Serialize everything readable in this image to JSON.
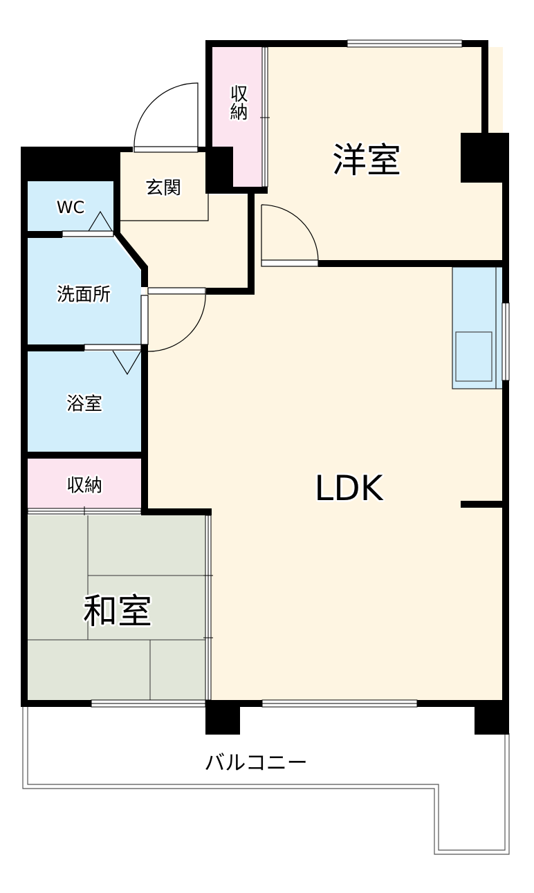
{
  "colors": {
    "wall": "#000000",
    "living_floor": "#fef5e2",
    "wet_area": "#d2eefb",
    "storage": "#fce4ef",
    "tatami": "#e1e6d9",
    "window": "#ffffff",
    "line": "#000000"
  },
  "rooms": {
    "western_room": "洋室",
    "ldk": "LDK",
    "japanese_room": "和室",
    "entrance": "玄関",
    "wc": "WC",
    "washroom": "洗面所",
    "bathroom": "浴室",
    "storage_top": "収納",
    "storage_left": "収納",
    "balcony": "バルコニー"
  }
}
